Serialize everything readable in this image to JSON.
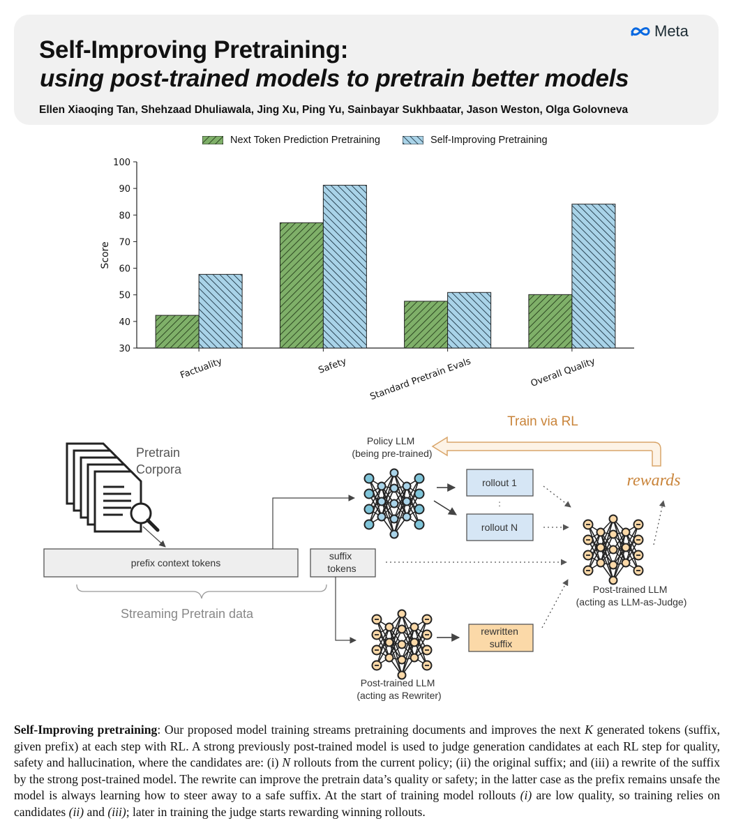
{
  "header": {
    "title_line1": "Self-Improving Pretraining:",
    "title_line2": "using post-trained models to pretrain better models",
    "authors": "Ellen Xiaoqing Tan, Shehzaad Dhuliawala, Jing Xu, Ping Yu, Sainbayar Sukhbaatar, Jason Weston, Olga Golovneva",
    "logo_text": "Meta"
  },
  "colors": {
    "green": "#7fb069",
    "blue": "#a9d3e8",
    "orange": "#c9843a",
    "box_blue": "#d6e6f5",
    "box_orange": "#fbd9a8"
  },
  "chart_data": {
    "type": "bar",
    "categories": [
      "Factuality",
      "Safety",
      "Standard Pretrain Evals",
      "Overall Quality"
    ],
    "series": [
      {
        "name": "Next Token Prediction Pretraining",
        "values": [
          42.3,
          77.1,
          47.6,
          50.1
        ],
        "color": "#7fb069"
      },
      {
        "name": "Self-Improving Pretraining",
        "values": [
          57.7,
          91.2,
          50.9,
          84.1
        ],
        "color": "#a9d3e8"
      }
    ],
    "ylabel": "Score",
    "xlabel": "",
    "ylim": [
      30,
      100
    ],
    "yticks": [
      "30",
      "40",
      "50",
      "60",
      "70",
      "80",
      "90",
      "100"
    ],
    "legend": "top",
    "grid": false
  },
  "diagram": {
    "pretrain_corpora": "Pretrain\nCorpora",
    "prefix_tokens": "prefix context tokens",
    "suffix_tokens": "suffix\ntokens",
    "streaming_label": "Streaming Pretrain data",
    "policy_llm": "Policy LLM\n(being pre-trained)",
    "rollout_1": "rollout 1",
    "rollout_dots": ":",
    "rollout_n": "rollout N",
    "train_via_rl": "Train via RL",
    "rewards": "rewards",
    "judge_llm": "Post-trained LLM\n(acting as LLM-as-Judge)",
    "rewriter_llm": "Post-trained LLM\n(acting as Rewriter)",
    "rewritten_suffix": "rewritten\nsuffix"
  },
  "caption": {
    "bold": "Self-Improving pretraining",
    "body_html": ": Our proposed model training streams pretraining documents and improves the next <i>K</i> generated tokens (suffix, given prefix) at each step with RL. A strong previously post-trained model is used to judge generation candidates at each RL step for quality, safety and hallucination, where the candidates are: (i) <i>N</i> rollouts from the current policy; (ii) the original suffix; and (iii) a rewrite of the suffix by the strong post-trained model. The rewrite can improve the pretrain data’s quality or safety; in the latter case as the prefix remains unsafe the model is always learning how to steer away to a safe suffix. At the start of training model rollouts <i>(i)</i> are low quality, so training relies on candidates <i>(ii)</i> and <i>(iii)</i>; later in training the judge starts rewarding winning rollouts."
  }
}
